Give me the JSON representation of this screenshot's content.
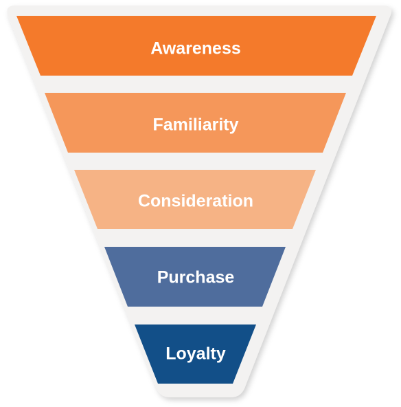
{
  "funnel": {
    "stages": [
      {
        "label": "Awareness",
        "color": "#f47a2b"
      },
      {
        "label": "Familiarity",
        "color": "#f5975a"
      },
      {
        "label": "Consideration",
        "color": "#f6b385"
      },
      {
        "label": "Purchase",
        "color": "#4f6d9d"
      },
      {
        "label": "Loyalty",
        "color": "#124f88"
      }
    ],
    "background_color": "#f3f2f1"
  }
}
